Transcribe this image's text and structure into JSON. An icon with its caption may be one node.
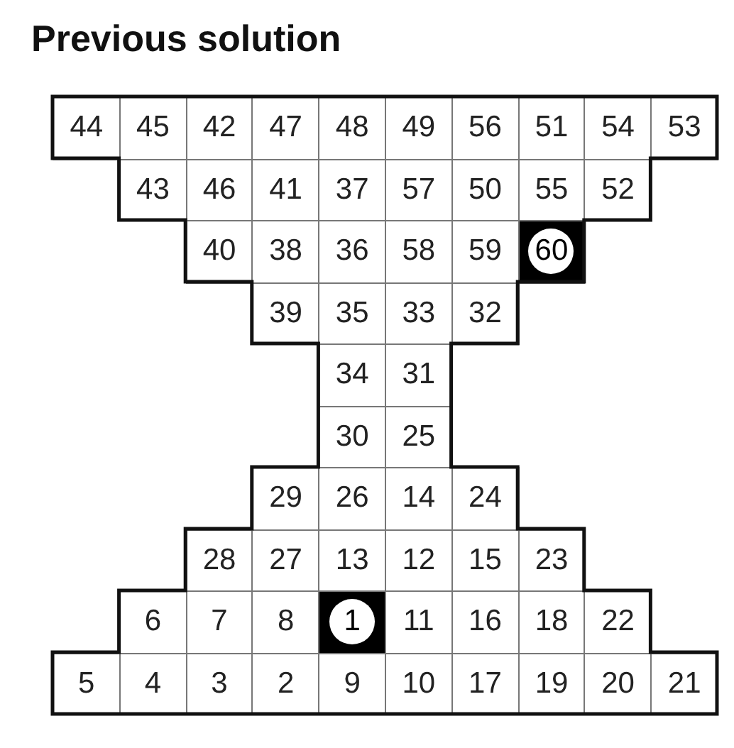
{
  "diagram": {
    "title": "Previous solution",
    "labels": [
      "44",
      "45",
      "42",
      "47",
      "48",
      "49",
      "56",
      "51",
      "54",
      "53",
      "43",
      "46",
      "41",
      "37",
      "57",
      "50",
      "55",
      "52",
      "40",
      "38",
      "36",
      "58",
      "59",
      "60",
      "39",
      "35",
      "33",
      "32",
      "34",
      "31",
      "30",
      "25",
      "29",
      "26",
      "14",
      "24",
      "28",
      "27",
      "13",
      "12",
      "15",
      "23",
      "6",
      "7",
      "8",
      "1",
      "11",
      "16",
      "18",
      "22",
      "5",
      "4",
      "3",
      "2",
      "9",
      "10",
      "17",
      "19",
      "20",
      "21"
    ]
  }
}
